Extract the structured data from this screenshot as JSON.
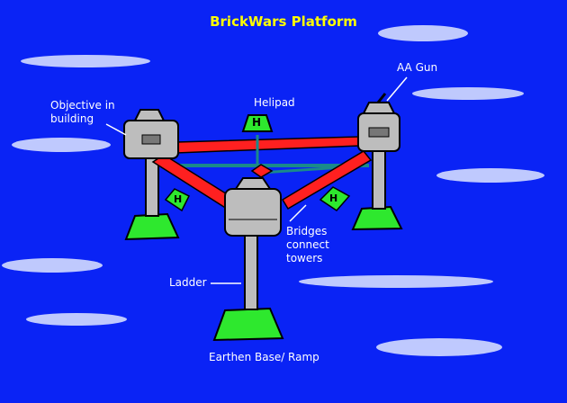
{
  "title": "BrickWars Platform",
  "labels": {
    "objective": "Objective in\nbuilding",
    "helipad": "Helipad",
    "aa_gun": "AA Gun",
    "bridges": "Bridges\nconnect\ntowers",
    "ladder": "Ladder",
    "base": "Earthen Base/ Ramp"
  },
  "helipad_letter": "H",
  "colors": {
    "sky": "#0a23f5",
    "title": "#ffff00",
    "bridge": "#ff2020",
    "tower": "#bdbdbd",
    "grass": "#2ee82e"
  }
}
